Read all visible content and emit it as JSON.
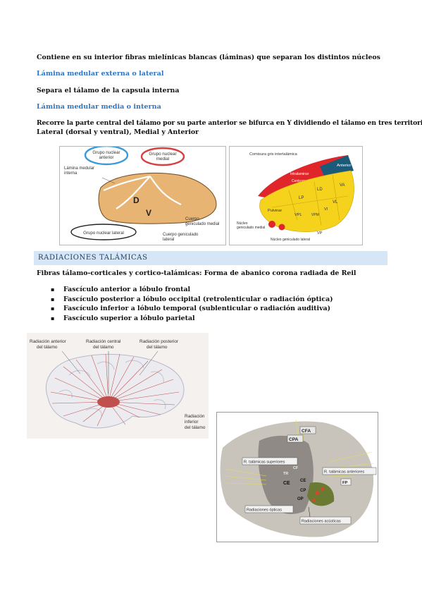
{
  "intro": "Contiene en su interior fibras mielínicas blancas (láminas) que separan los distintos núcleos",
  "lamina_externa": {
    "heading": "Lámina medular externa o lateral",
    "text": "Separa el tálamo de la capsula interna"
  },
  "lamina_interna": {
    "heading": "Lámina medular media o interna",
    "line1": "Recorre la parte central del tálamo por su parte anterior se bifurca en Y dividiendo el tálamo en tres territorios",
    "line2": "Lateral (dorsal y ventral), Medial y Anterior"
  },
  "fig1": {
    "labels": {
      "anterior": [
        "Grupo nuclear",
        "anterior"
      ],
      "medial": [
        "Grupo nuclear",
        "medial"
      ],
      "lamina": [
        "Lámina medular",
        "interna"
      ],
      "D": "D",
      "V": "V",
      "lateral": "Grupo nuclear lateral",
      "cgm": [
        "Cuerpo",
        "geniculado medial"
      ],
      "cgl": [
        "Cuerpo geniculado",
        "lateral"
      ]
    },
    "colors": {
      "thalamus": "#e8b474",
      "anterior_ring": "#3a9ad9",
      "medial_ring": "#d64040"
    }
  },
  "fig2": {
    "labels": {
      "comisura": "Comisura gris intertalámica",
      "anterior": "Anterior",
      "intralaminar": "Intralaminar",
      "centromediano": "Centromediano",
      "lp": "LP",
      "ld": "LD",
      "va": "VA",
      "vl": "VL",
      "pulvinar": "Pulvinar",
      "vpl": "VPL",
      "vpm": "VPM",
      "vi": "VI",
      "ngm": [
        "Núcleo",
        "geniculado medial"
      ],
      "ngl": "Núcleo geniculado lateral",
      "vp": "VP"
    },
    "colors": {
      "yellow": "#f5d21c",
      "red": "#e0262a",
      "teal": "#1c5a7a"
    }
  },
  "section": {
    "title": "RADIACIONES TALÁMICAS"
  },
  "fibras": "Fibras tálamo-corticales y cortico-talámicas: Forma de abanico corona radiada de Reil",
  "bullets": [
    "Fascículo anterior a lóbulo frontal",
    "Fascículo posterior a lóbulo occipital (retrolenticular o radiación óptica)",
    "Fascículo inferior a lóbulo temporal (sublenticular o radiación auditiva)",
    "Fascículo superior a lóbulo parietal"
  ],
  "fig3": {
    "labels": {
      "anterior": [
        "Radiación anterior",
        "del tálamo"
      ],
      "central": [
        "Radiación central",
        "del tálamo"
      ],
      "posterior": [
        "Radiación posterior",
        "del tálamo"
      ],
      "inferior": [
        "Radiación",
        "inferior",
        "del tálamo"
      ]
    }
  },
  "fig4": {
    "labels": {
      "cfa": "CFA",
      "cpa": "CPA",
      "superiores": "R. talámicas superiores",
      "anteriores": "R. talámicas anteriores",
      "ce1": "CE",
      "ce2": "CE",
      "fp": "FP",
      "cp": "CP",
      "op": "OP",
      "optica": "Radiaciones ópticas",
      "acusticas": "Radiaciones acústicas",
      "small_tr": "TR",
      "small_cf": "CF"
    }
  }
}
